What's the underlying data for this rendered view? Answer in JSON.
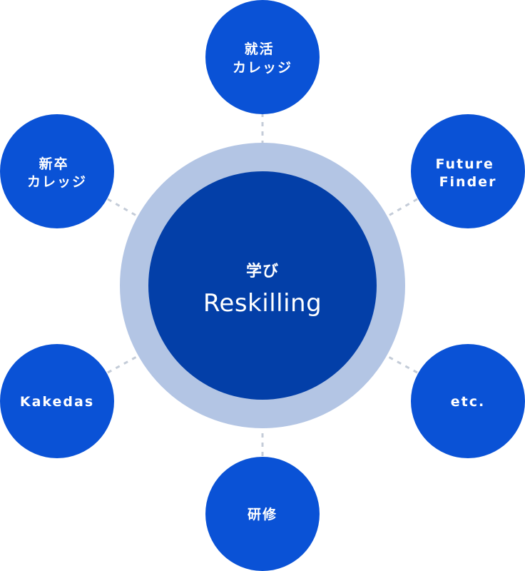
{
  "center": {
    "label_jp": "学び",
    "label_en": "Reskilling"
  },
  "nodes": [
    {
      "id": "shukatsu",
      "lines": [
        "就活",
        "カレッジ"
      ]
    },
    {
      "id": "future-finder",
      "lines": [
        "Future",
        "Finder"
      ]
    },
    {
      "id": "etc",
      "lines": [
        "etc."
      ]
    },
    {
      "id": "kenshu",
      "lines": [
        "研修"
      ]
    },
    {
      "id": "kakedas",
      "lines": [
        "Kakedas"
      ]
    },
    {
      "id": "shinsotsu",
      "lines": [
        "新卒",
        "カレッジ"
      ]
    }
  ],
  "colors": {
    "node": "#0a52d6",
    "center_inner": "#033fa8",
    "center_ring": "#b3c5e4",
    "connector": "#c4ccd8"
  }
}
